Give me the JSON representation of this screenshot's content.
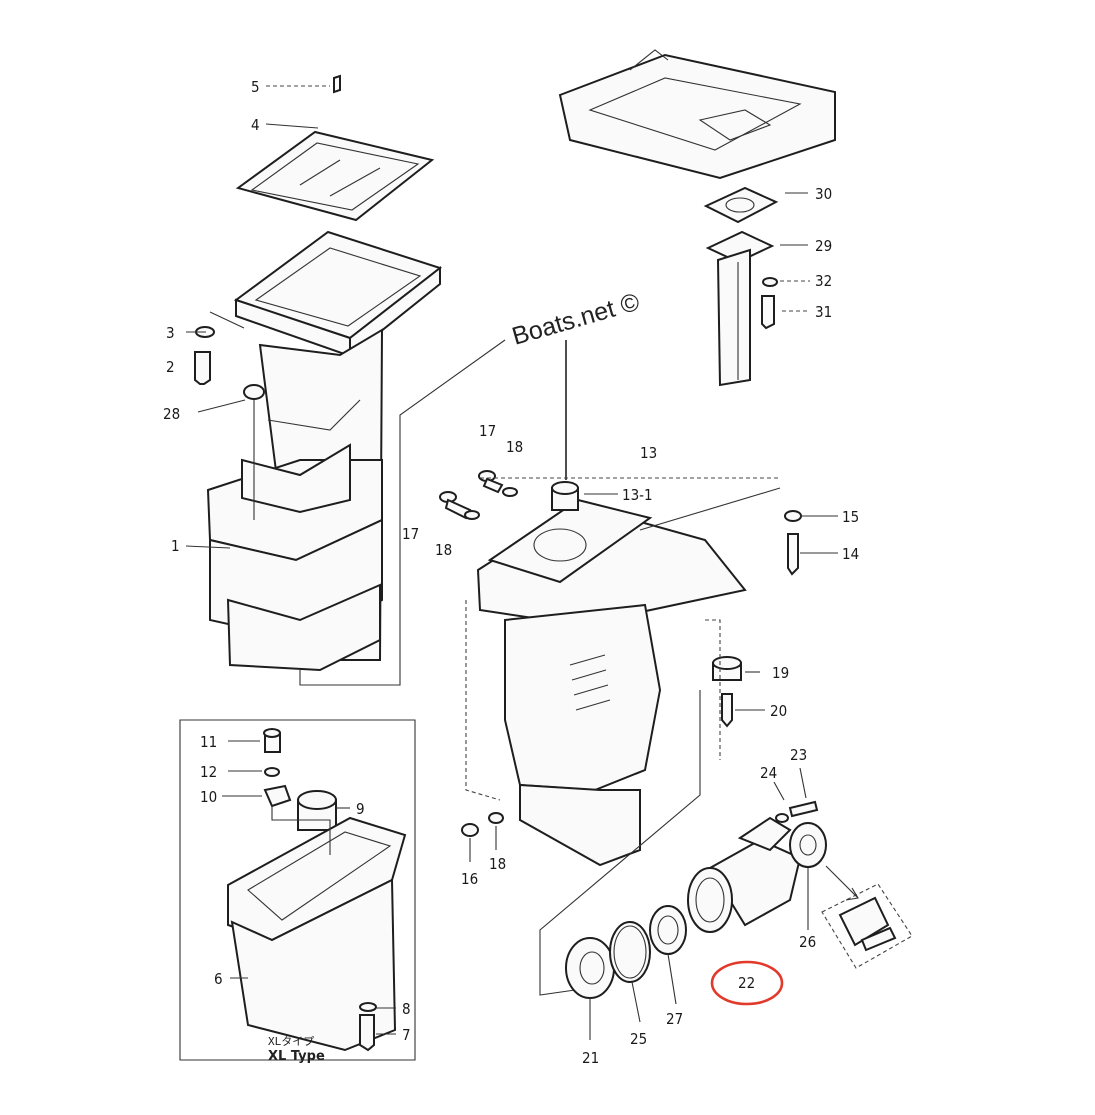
{
  "watermark": "Boats.net ©",
  "xl_note": {
    "jp": "XLタイプ",
    "en": "XL Type"
  },
  "highlight_label": "22",
  "labels": [
    "5",
    "4",
    "3",
    "2",
    "28",
    "1",
    "17",
    "18",
    "17",
    "18",
    "13",
    "13-1",
    "15",
    "14",
    "19",
    "20",
    "30",
    "29",
    "32",
    "31",
    "11",
    "12",
    "10",
    "9",
    "6",
    "8",
    "7",
    "16",
    "18",
    "24",
    "23",
    "26",
    "21",
    "25",
    "27"
  ],
  "colors": {
    "line": "#222222",
    "highlight": "#e23a2a"
  }
}
